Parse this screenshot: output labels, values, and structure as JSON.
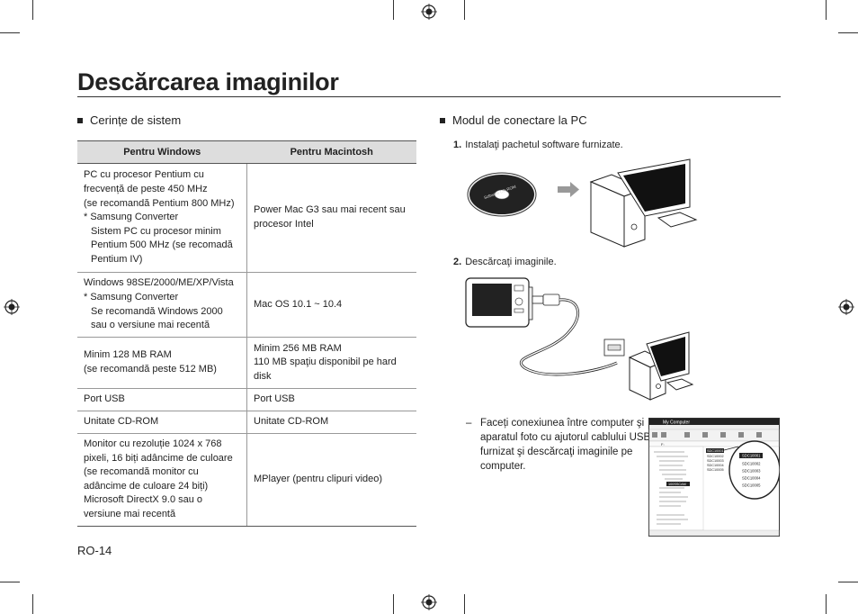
{
  "page": {
    "title": "Descărcarea imaginilor",
    "page_number": "RO-14"
  },
  "left_section": {
    "heading": "Cerințe de sistem",
    "table": {
      "headers": [
        "Pentru Windows",
        "Pentru Macintosh"
      ],
      "rows": [
        {
          "windows": [
            "PC cu procesor Pentium cu",
            "frecvență de peste 450 MHz",
            "(se recomandă Pentium 800 MHz)",
            "* Samsung Converter",
            "Sistem PC cu procesor minim",
            "Pentium 500 MHz (se recomadă",
            "Pentium IV)"
          ],
          "mac": [
            "Power Mac G3 sau mai recent sau",
            "procesor Intel"
          ]
        },
        {
          "windows": [
            "Windows 98SE/2000/ME/XP/Vista",
            "* Samsung Converter",
            "Se recomandă Windows 2000",
            "sau o versiune mai recentă"
          ],
          "mac": [
            "Mac OS 10.1 ~ 10.4"
          ]
        },
        {
          "windows": [
            "Minim 128 MB RAM",
            "(se recomandă peste 512 MB)"
          ],
          "mac": [
            "Minim 256 MB RAM",
            "110 MB spaţiu disponibil pe hard",
            "disk"
          ]
        },
        {
          "windows": [
            "Port USB"
          ],
          "mac": [
            "Port USB"
          ]
        },
        {
          "windows": [
            "Unitate CD-ROM"
          ],
          "mac": [
            "Unitate CD-ROM"
          ]
        },
        {
          "windows": [
            "Monitor cu rezoluție 1024 x 768",
            "pixeli, 16 biți adâncime de culoare",
            "(se recomandă monitor cu",
            "adâncime de culoare 24 biți)",
            "Microsoft DirectX 9.0 sau o",
            "versiune mai recentă"
          ],
          "mac": [
            "MPlayer (pentru clipuri video)"
          ]
        }
      ]
    }
  },
  "right_section": {
    "heading": "Modul de conectare la PC",
    "steps": [
      {
        "number": "1.",
        "text": "Instalaţi pachetul software furnizate."
      },
      {
        "number": "2.",
        "text": "Descărcaţi imaginile."
      }
    ],
    "note": {
      "dash": "–",
      "lines": [
        "Faceți conexiunea între computer şi",
        "aparatul foto cu ajutorul cablului USB",
        "furnizat şi descărcaţi imaginile pe",
        "computer."
      ]
    },
    "illustrations": {
      "cd_label": "Software CD-ROM",
      "explorer": {
        "title": "My Computer",
        "drive_label": "F:",
        "folder_name": "100SSCAM",
        "files": [
          "SDC10001",
          "SDC10002",
          "SDC10003",
          "SDC10004",
          "SDC10005"
        ]
      }
    }
  }
}
